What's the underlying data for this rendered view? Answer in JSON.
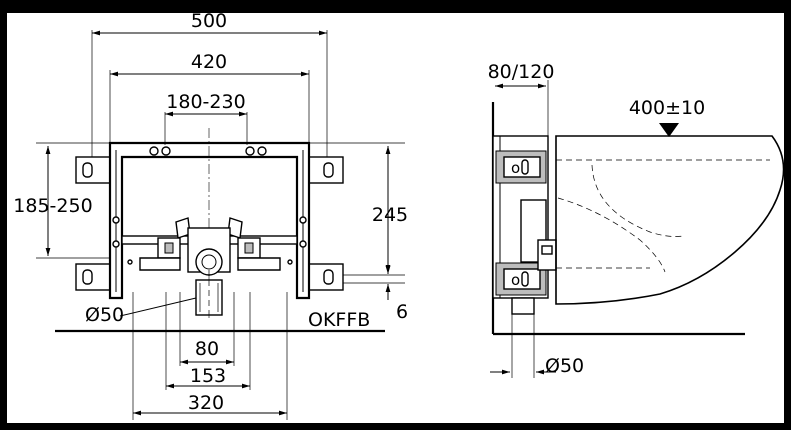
{
  "front_view": {
    "dim_overall_width": "500",
    "dim_frame_width": "420",
    "dim_bolt_spacing": "180-230",
    "dim_height_range": "185-250",
    "dim_height": "245",
    "dim_pipe_diameter": "Ø50",
    "dim_floor_offset": "6",
    "floor_label": "OKFFB",
    "dim_80": "80",
    "dim_153": "153",
    "dim_320": "320"
  },
  "side_view": {
    "dim_depth": "80/120",
    "dim_bowl": "400±10",
    "dim_pipe_diameter": "Ø50"
  },
  "colors": {
    "background": "#000000",
    "sheet": "#ffffff",
    "line": "#000000"
  }
}
